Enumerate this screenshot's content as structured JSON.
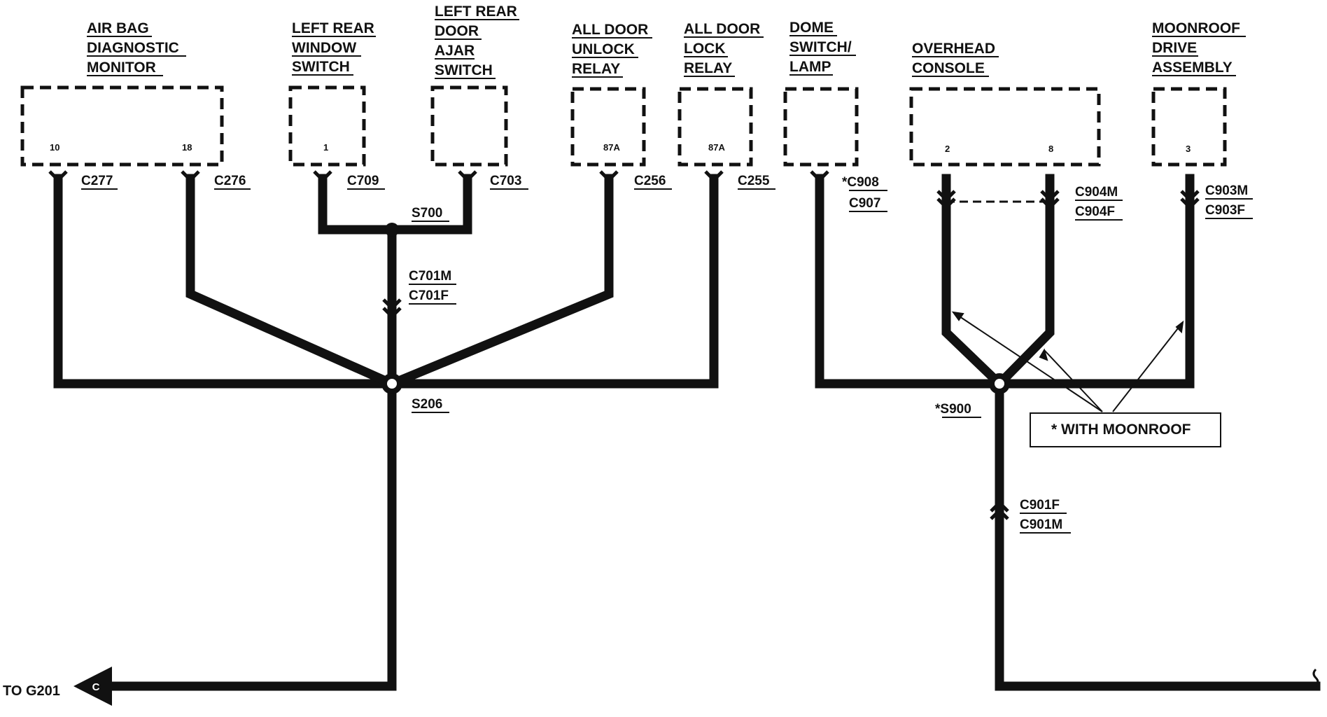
{
  "components": {
    "airbag": {
      "line1": "AIR BAG",
      "line2": "DIAGNOSTIC",
      "line3": "MONITOR",
      "pin_a": "10",
      "pin_b": "18"
    },
    "lr_window": {
      "line1": "LEFT REAR",
      "line2": "WINDOW",
      "line3": "SWITCH",
      "pin": "1"
    },
    "lr_door_ajar": {
      "line1": "LEFT REAR",
      "line2": "DOOR",
      "line3": "AJAR",
      "line4": "SWITCH"
    },
    "unlock_relay": {
      "line1": "ALL DOOR",
      "line2": "UNLOCK",
      "line3": "RELAY",
      "pin": "87A"
    },
    "lock_relay": {
      "line1": "ALL DOOR",
      "line2": "LOCK",
      "line3": "RELAY",
      "pin": "87A"
    },
    "dome": {
      "line1": "DOME",
      "line2": "SWITCH/",
      "line3": "LAMP"
    },
    "overhead": {
      "line1": "OVERHEAD",
      "line2": "CONSOLE",
      "pin_a": "2",
      "pin_b": "8"
    },
    "moonroof": {
      "line1": "MOONROOF",
      "line2": "DRIVE",
      "line3": "ASSEMBLY",
      "pin": "3"
    }
  },
  "connectors": {
    "c277": "C277",
    "c276": "C276",
    "c709": "C709",
    "c703": "C703",
    "c256": "C256",
    "c255": "C255",
    "c908": "*C908",
    "c907": "C907",
    "c904m": "C904M",
    "c904f": "C904F",
    "c903m": "C903M",
    "c903f": "C903F",
    "c701m": "C701M",
    "c701f": "C701F",
    "c901f": "C901F",
    "c901m": "C901M"
  },
  "splices": {
    "s700": "S700",
    "s206": "S206",
    "s900": "*S900"
  },
  "notes": {
    "moonroof": "*  WITH MOONROOF"
  },
  "ground": {
    "label": "TO G201",
    "letter": "C"
  }
}
